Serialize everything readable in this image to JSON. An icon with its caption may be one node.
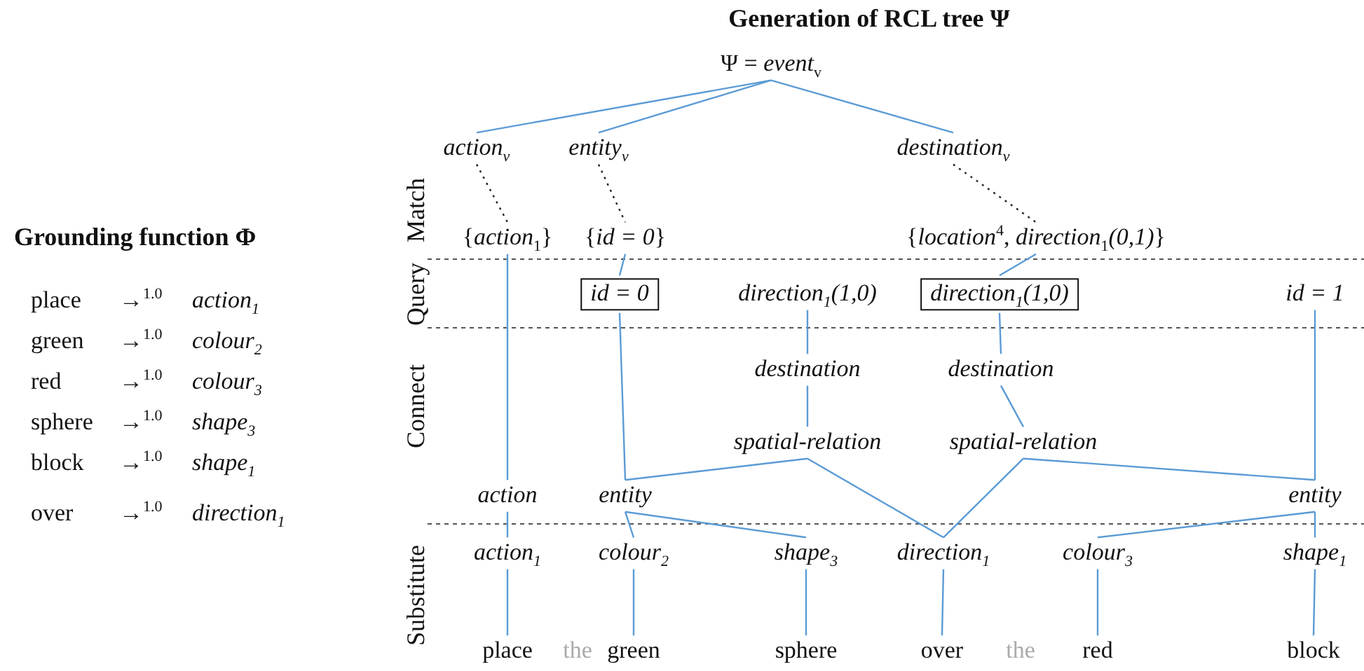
{
  "diagram": {
    "title": "Generation of RCL tree Ψ",
    "nodes": [
      {
        "text": [
          "Ψ = *event*$_{v}$"
        ]
      },
      {
        "text": [
          "action$_{v}$"
        ]
      },
      {
        "text": [
          "entity$_{v}$"
        ]
      },
      {
        "text": [
          "destination$_{v}$"
        ]
      },
      {
        "text": [
          "{*action*$_{1}$}"
        ]
      },
      {
        "text": [
          "{*id = 0*}"
        ]
      },
      {
        "text": [
          "{*location*$^{4}$, *direction*$_{1}$*(0,1)*}"
        ]
      },
      {
        "text": [
          "id = 0"
        ]
      },
      {
        "text": [
          "direction$_{1}$(1,0)"
        ]
      },
      {
        "text": [
          "direction$_{1}$(1,0)"
        ]
      },
      {
        "text": [
          "id = 1"
        ]
      },
      {
        "text": [
          "destination"
        ]
      },
      {
        "text": [
          "destination"
        ]
      },
      {
        "text": [
          "spatial-relation"
        ]
      },
      {
        "text": [
          "spatial-relation"
        ]
      },
      {
        "text": [
          "action"
        ]
      },
      {
        "text": [
          "entity"
        ]
      },
      {
        "text": [
          "entity"
        ]
      },
      {
        "text": [
          "action$_{1}$"
        ]
      },
      {
        "text": [
          "colour$_{2}$"
        ]
      },
      {
        "text": [
          "shape$_{3}$"
        ]
      },
      {
        "text": [
          "direction$_{1}$"
        ]
      },
      {
        "text": [
          "colour$_{3}$"
        ]
      },
      {
        "text": [
          "shape$_{1}$"
        ]
      },
      {
        "text": [
          "place"
        ]
      },
      {
        "text": [
          "green"
        ]
      },
      {
        "text": [
          "sphere"
        ]
      },
      {
        "text": [
          "over"
        ]
      },
      {
        "text": [
          "red"
        ]
      },
      {
        "text": [
          "block"
        ]
      }
    ],
    "edges": [
      {
        "from": 0,
        "to": 1,
        "arrow": "none"
      },
      {
        "from": 0,
        "to": 2,
        "arrow": "none"
      },
      {
        "from": 0,
        "to": 3,
        "arrow": "none"
      },
      {
        "from": 1,
        "to": 4,
        "arrow": "none",
        "style": "dashed",
        "color": "#222222"
      },
      {
        "from": 2,
        "to": 5,
        "arrow": "none",
        "style": "dashed",
        "color": "#222222"
      },
      {
        "from": 3,
        "to": 6,
        "arrow": "none",
        "style": "dashed",
        "color": "#222222"
      },
      {
        "from": 4,
        "to": 15,
        "arrow": "none"
      },
      {
        "from": 5,
        "to": 7,
        "arrow": "none"
      },
      {
        "from": 7,
        "to": 16,
        "arrow": "none"
      },
      {
        "from": 8,
        "to": 11,
        "arrow": "none"
      },
      {
        "from": 6,
        "to": 9,
        "arrow": "none"
      },
      {
        "from": 9,
        "to": 12,
        "arrow": "none"
      },
      {
        "from": 10,
        "to": 17,
        "arrow": "none"
      },
      {
        "from": 11,
        "to": 13,
        "arrow": "none"
      },
      {
        "from": 12,
        "to": 14,
        "arrow": "none"
      },
      {
        "from": 13,
        "to": 16,
        "arrow": "none"
      },
      {
        "from": 13,
        "to": 21,
        "arrow": "none"
      },
      {
        "from": 14,
        "to": 21,
        "arrow": "none"
      },
      {
        "from": 14,
        "to": 17,
        "arrow": "none"
      },
      {
        "from": 15,
        "to": 18,
        "arrow": "none"
      },
      {
        "from": 16,
        "to": 19,
        "arrow": "none"
      },
      {
        "from": 16,
        "to": 20,
        "arrow": "none"
      },
      {
        "from": 17,
        "to": 22,
        "arrow": "none"
      },
      {
        "from": 17,
        "to": 23,
        "arrow": "none"
      },
      {
        "from": 18,
        "to": 24,
        "arrow": "none"
      },
      {
        "from": 19,
        "to": 25,
        "arrow": "none"
      },
      {
        "from": 20,
        "to": 26,
        "arrow": "none"
      },
      {
        "from": 21,
        "to": 27,
        "arrow": "none"
      },
      {
        "from": 22,
        "to": 28,
        "arrow": "none"
      },
      {
        "from": 23,
        "to": 29,
        "arrow": "none"
      }
    ],
    "labels": [
      "Grounding function Φ",
      "place",
      "→$^{1.0}$",
      "action$_{1}$",
      "green",
      "→$^{1.0}$",
      "colour$_{2}$",
      "red",
      "→$^{1.0}$",
      "colour$_{3}$",
      "sphere",
      "→$^{1.0}$",
      "shape$_{3}$",
      "block",
      "→$^{1.0}$",
      "shape$_{1}$",
      "over",
      "→$^{1.0}$",
      "direction$_{1}$",
      "Match",
      "Query",
      "Connect",
      "Substitute",
      "the",
      "the"
    ]
  }
}
